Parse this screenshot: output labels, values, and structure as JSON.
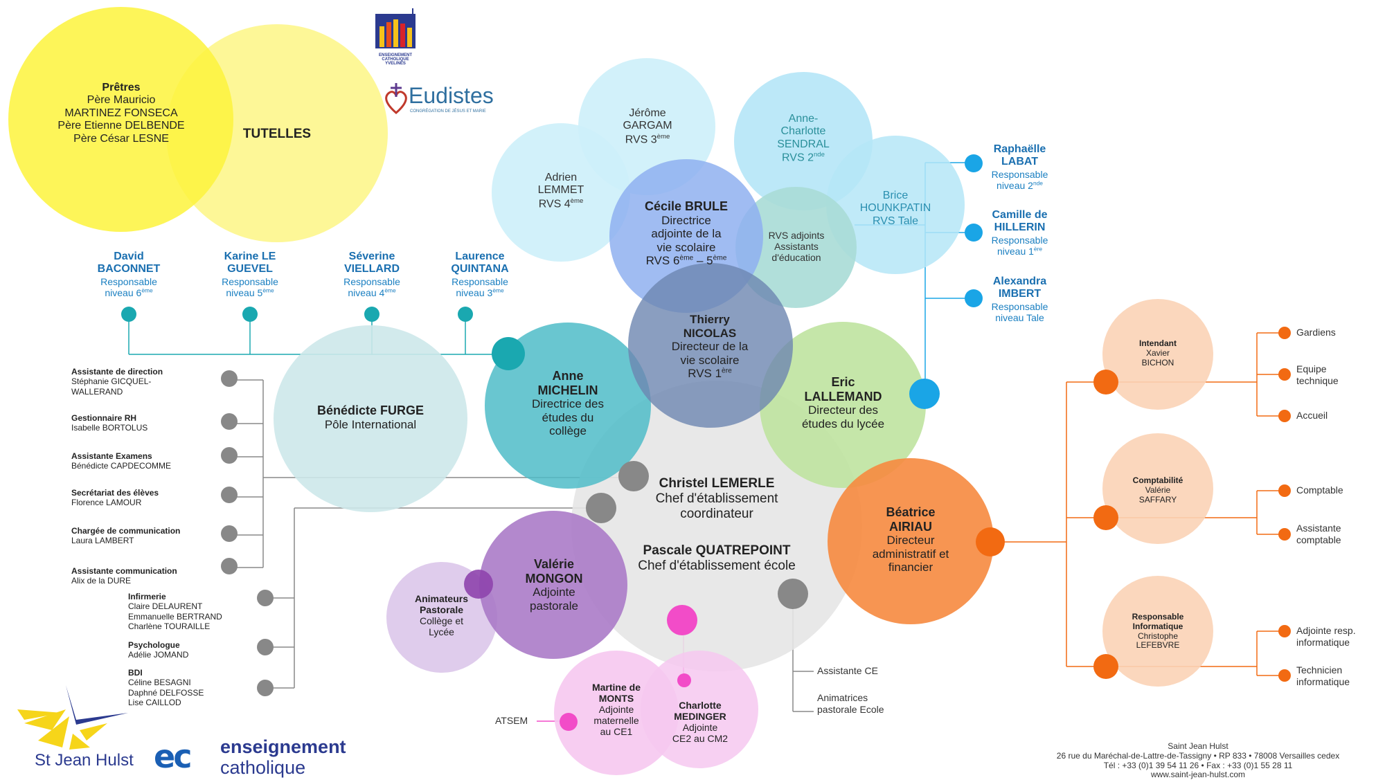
{
  "colors": {
    "yellow": "#fdf23a",
    "yellow_light": "#fdf78e",
    "teal": "#1aa8b0",
    "blue": "#1aa5e6",
    "orange": "#f26a12",
    "grey": "#808080",
    "magenta": "#f24cc8",
    "purple": "#8e44ad"
  },
  "logos": {
    "diocese": [
      "ENSEIGNEMENT",
      "CATHOLIQUE",
      "YVELINES"
    ],
    "eudistes": "Eudistes",
    "eudistes_sub": "CONGRÉGATION DE JÉSUS ET MARIE",
    "sjh": "St Jean Hulst",
    "ec_1": "enseignement",
    "ec_2": "catholique"
  },
  "tutelles": {
    "pretres_title": "Prêtres",
    "pretres_lines": [
      "Père Mauricio",
      "MARTINEZ FONSECA",
      "Père Etienne DELBENDE",
      "Père César LESNE"
    ],
    "label": "TUTELLES"
  },
  "rvs": {
    "jerome": [
      "Jérôme",
      "GARGAM",
      "RVS 3ème"
    ],
    "adrien": [
      "Adrien",
      "LEMMET",
      "RVS 4ème"
    ],
    "anne_charlotte": [
      "Anne-",
      "Charlotte",
      "SENDRAL",
      "RVS 2nde"
    ],
    "brice": [
      "Brice",
      "HOUNKPATIN",
      "RVS Tale"
    ],
    "adjoints": [
      "RVS adjoints",
      "Assistants",
      "d'éducation"
    ]
  },
  "main": {
    "cecile": {
      "name": "Cécile BRULE",
      "role": [
        "Directrice",
        "adjointe de la",
        "vie scolaire",
        "RVS 6ème – 5ème"
      ]
    },
    "thierry": {
      "name": [
        "Thierry",
        "NICOLAS"
      ],
      "role": [
        "Directeur de la",
        "vie scolaire",
        "RVS 1ère"
      ]
    },
    "anne": {
      "name": [
        "Anne",
        "MICHELIN"
      ],
      "role": [
        "Directrice des",
        "études du",
        "collège"
      ]
    },
    "eric": {
      "name": [
        "Eric",
        "LALLEMAND"
      ],
      "role": [
        "Directeur des",
        "études du lycée"
      ]
    },
    "benedicte": {
      "name": "Bénédicte FURGE",
      "role": "Pôle International"
    },
    "christel": {
      "name": "Christel LEMERLE",
      "role": [
        "Chef d'établissement",
        "coordinateur"
      ]
    },
    "pascale": {
      "name": "Pascale QUATREPOINT",
      "role": "Chef d'établissement école"
    },
    "valerie": {
      "name": [
        "Valérie",
        "MONGON"
      ],
      "role": [
        "Adjointe",
        "pastorale"
      ]
    },
    "animateurs": {
      "name": [
        "Animateurs",
        "Pastorale"
      ],
      "role": [
        "Collège et",
        "Lycée"
      ]
    },
    "beatrice": {
      "name": [
        "Béatrice",
        "AIRIAU"
      ],
      "role": [
        "Directeur",
        "administratif et",
        "financier"
      ]
    },
    "martine": {
      "name": [
        "Martine de",
        "MONTS"
      ],
      "role": [
        "Adjointe",
        "maternelle",
        "au CE1"
      ]
    },
    "charlotte": {
      "name": [
        "Charlotte",
        "MEDINGER"
      ],
      "role": [
        "Adjointe",
        "CE2 au CM2"
      ]
    }
  },
  "responsables_college": [
    {
      "name": [
        "David",
        "BACONNET"
      ],
      "role": [
        "Responsable",
        "niveau 6ème"
      ]
    },
    {
      "name": [
        "Karine LE",
        "GUEVEL"
      ],
      "role": [
        "Responsable",
        "niveau 5ème"
      ]
    },
    {
      "name": [
        "Séverine",
        "VIELLARD"
      ],
      "role": [
        "Responsable",
        "niveau 4ème"
      ]
    },
    {
      "name": [
        "Laurence",
        "QUINTANA"
      ],
      "role": [
        "Responsable",
        "niveau 3ème"
      ]
    }
  ],
  "responsables_lycee": [
    {
      "name": [
        "Raphaëlle",
        "LABAT"
      ],
      "role": [
        "Responsable",
        "niveau 2nde"
      ]
    },
    {
      "name": [
        "Camille de",
        "HILLERIN"
      ],
      "role": [
        "Responsable",
        "niveau 1ère"
      ]
    },
    {
      "name": [
        "Alexandra",
        "IMBERT"
      ],
      "role": [
        "Responsable",
        "niveau Tale"
      ]
    }
  ],
  "staff_left": [
    {
      "title": "Assistante de direction",
      "lines": [
        "Stéphanie GICQUEL-",
        "WALLERAND"
      ]
    },
    {
      "title": "Gestionnaire RH",
      "lines": [
        "Isabelle BORTOLUS"
      ]
    },
    {
      "title": "Assistante Examens",
      "lines": [
        "Bénédicte CAPDECOMME"
      ]
    },
    {
      "title": "Secrétariat des élèves",
      "lines": [
        "Florence LAMOUR"
      ]
    },
    {
      "title": "Chargée de communication",
      "lines": [
        "Laura LAMBERT"
      ]
    },
    {
      "title": "Assistante communication",
      "lines": [
        "Alix de la DURE"
      ]
    }
  ],
  "staff_left2": [
    {
      "title": "Infirmerie",
      "lines": [
        "Claire DELAURENT",
        "Emmanuelle BERTRAND",
        "Charlène TOURAILLE"
      ]
    },
    {
      "title": "Psychologue",
      "lines": [
        "Adélie JOMAND"
      ]
    },
    {
      "title": "BDI",
      "lines": [
        "Céline BESAGNI",
        "Daphné DELFOSSE",
        "Lise CAILLOD"
      ]
    }
  ],
  "ecole_staff": [
    "Assistante CE",
    "Animatrices pastorale Ecole"
  ],
  "atsem": "ATSEM",
  "admin": [
    {
      "title": [
        "Intendant"
      ],
      "lines": [
        "Xavier",
        "BICHON"
      ],
      "subs": [
        "Gardiens",
        "Equipe technique",
        "Accueil"
      ]
    },
    {
      "title": [
        "Comptabilité"
      ],
      "lines": [
        "Valérie",
        "SAFFARY"
      ],
      "subs": [
        "Comptable",
        "Assistante comptable"
      ]
    },
    {
      "title": [
        "Responsable",
        "Informatique"
      ],
      "lines": [
        "Christophe",
        "LEFEBVRE"
      ],
      "subs": [
        "Adjointe resp. informatique",
        "Technicien informatique"
      ]
    }
  ],
  "footer": {
    "line1": "Saint Jean Hulst",
    "line2": "26 rue du Maréchal-de-Lattre-de-Tassigny • RP 833 • 78008 Versailles cedex",
    "line3": "Tél : +33 (0)1 39 54 11 26 • Fax : +33 (0)1 55 28 11",
    "line4": "www.saint-jean-hulst.com"
  }
}
